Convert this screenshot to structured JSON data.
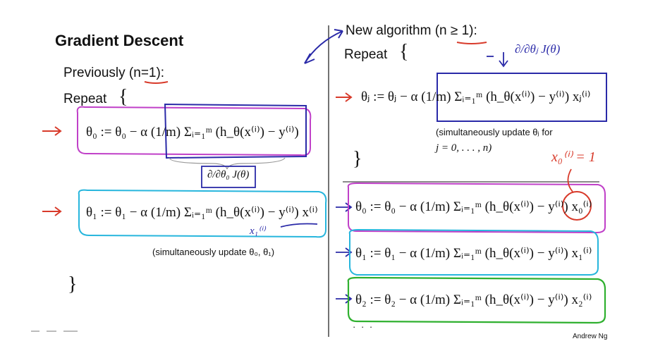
{
  "slide": {
    "title": "Gradient Descent",
    "author": "Andrew Ng",
    "left": {
      "previously": "Previously (n=1):",
      "repeat": "Repeat",
      "open_brace": "{",
      "close_brace": "}",
      "eq0": "θ₀ := θ₀ − α (1/m) Σᵢ₌₁ᵐ (h_θ(x⁽ⁱ⁾) − y⁽ⁱ⁾)",
      "eq1": "θ₁ := θ₁ − α (1/m) Σᵢ₌₁ᵐ (h_θ(x⁽ⁱ⁾) − y⁽ⁱ⁾) x⁽ⁱ⁾",
      "partial": "∂/∂θ₀ J(θ)",
      "simul": "(simultaneously update θ₀, θ₁)",
      "handwritten_x1": "x₁⁽ⁱ⁾"
    },
    "right": {
      "new_algorithm": "New algorithm (n ≥ 1):",
      "repeat": "Repeat",
      "open_brace": "{",
      "close_brace": "}",
      "eqj": "θⱼ := θⱼ − α (1/m) Σᵢ₌₁ᵐ (h_θ(x⁽ⁱ⁾) − y⁽ⁱ⁾) xⱼ⁽ⁱ⁾",
      "handwritten_partial": "∂/∂θⱼ J(θ)",
      "simul_line1": "(simultaneously update θⱼ for",
      "simul_line2": "j = 0, . . . , n)",
      "handwritten_x0": "x₀⁽ⁱ⁾ = 1",
      "eq_theta0": "θ₀ := θ₀ − α (1/m) Σᵢ₌₁ᵐ (h_θ(x⁽ⁱ⁾) − y⁽ⁱ⁾) x₀⁽ⁱ⁾",
      "eq_theta1": "θ₁ := θ₁ − α (1/m) Σᵢ₌₁ᵐ (h_θ(x⁽ⁱ⁾) − y⁽ⁱ⁾) x₁⁽ⁱ⁾",
      "eq_theta2": "θ₂ := θ₂ − α (1/m) Σᵢ₌₁ᵐ (h_θ(x⁽ⁱ⁾) − y⁽ⁱ⁾) x₂⁽ⁱ⁾",
      "ellipsis": "· · ·"
    },
    "colors": {
      "magenta": "#c040c8",
      "blue": "#2a2aa8",
      "cyan": "#27b6dd",
      "green": "#2fb02f",
      "red": "#d83a2a",
      "text": "#111111"
    }
  }
}
